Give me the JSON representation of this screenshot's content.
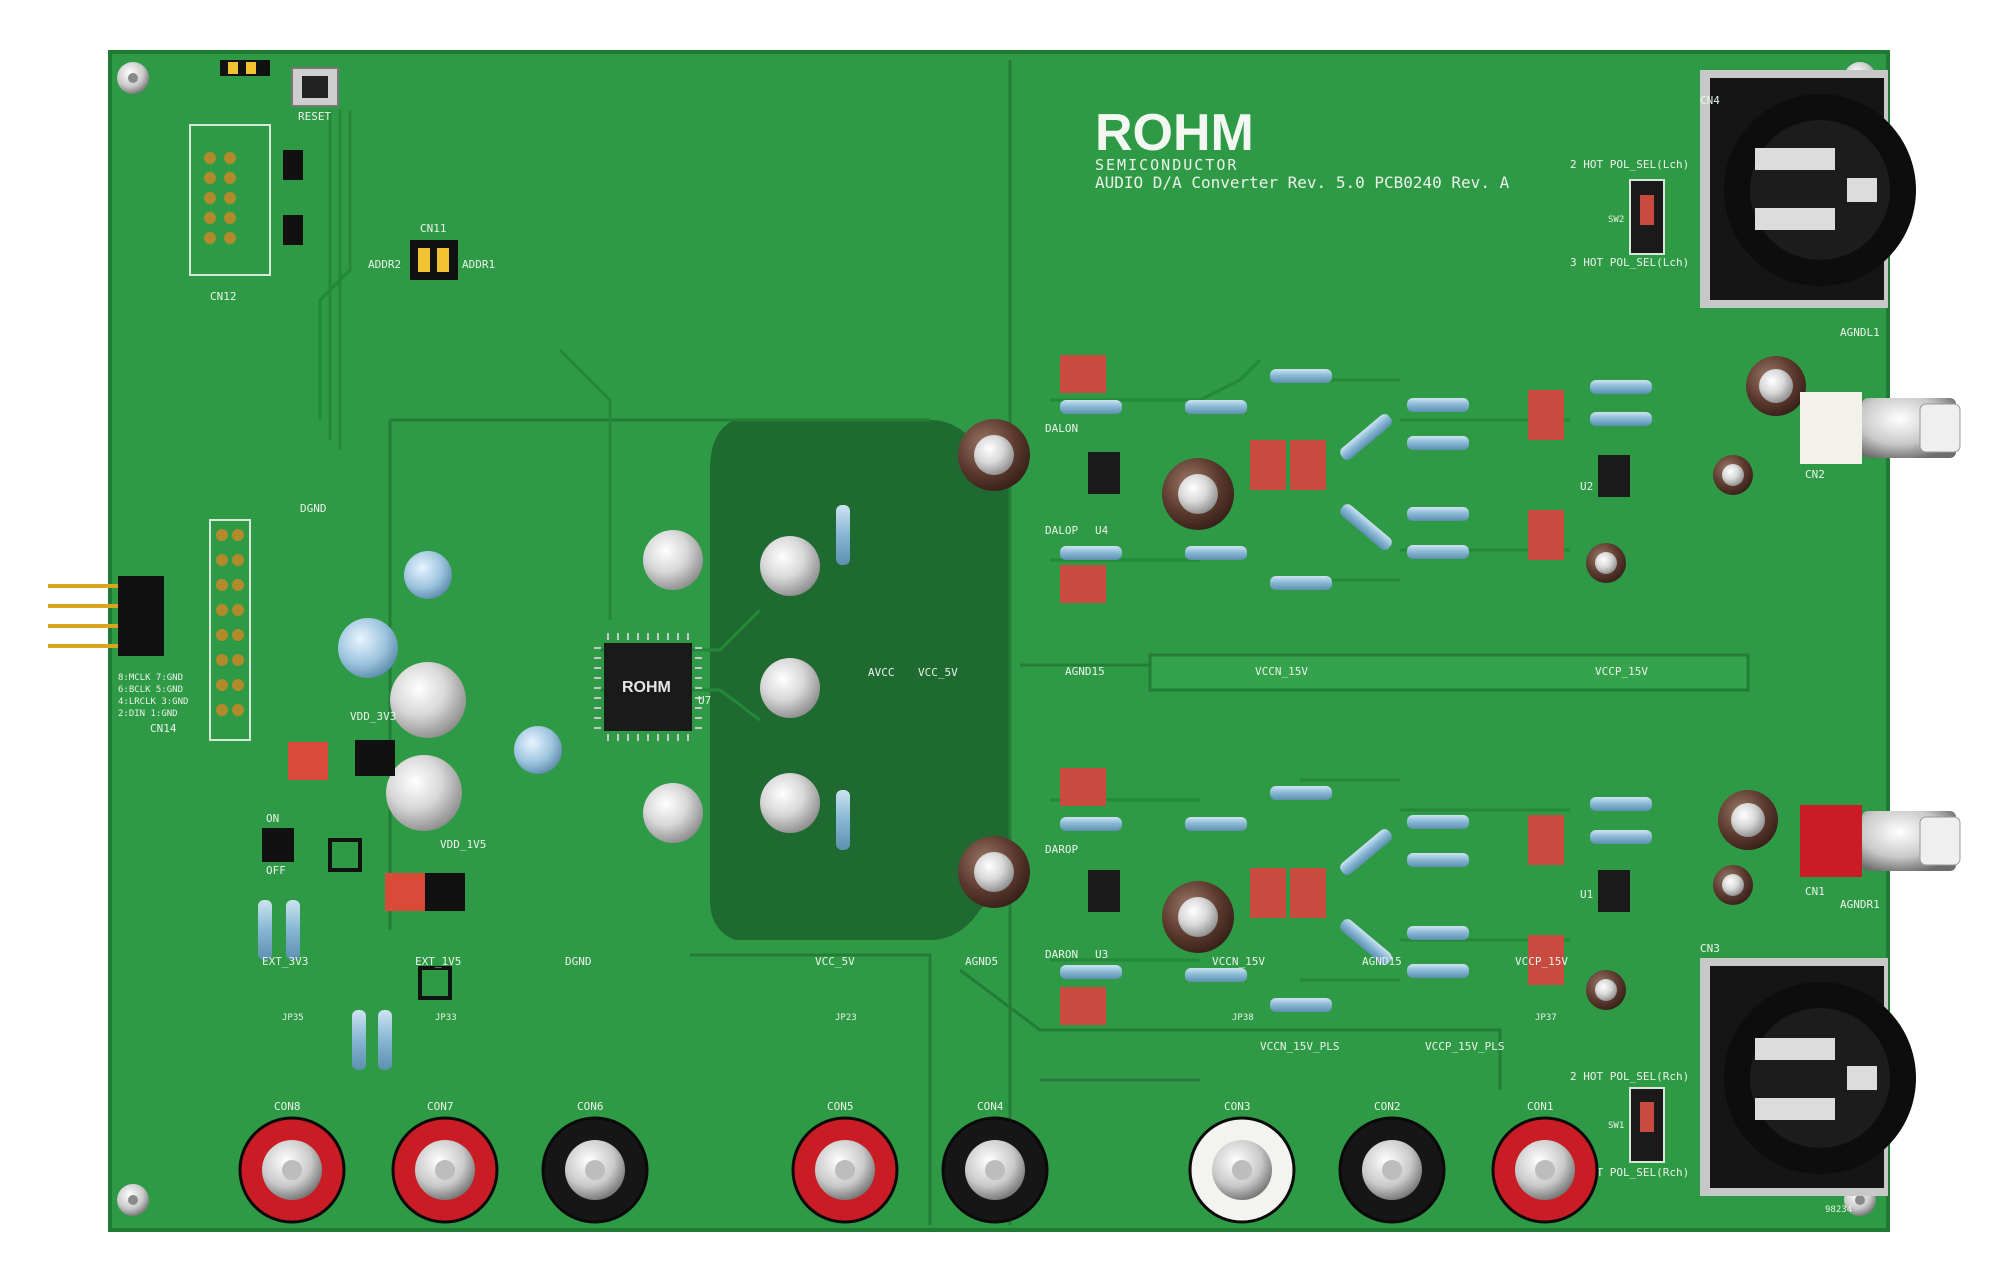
{
  "logo": {
    "brand": "ROHM",
    "subtitle": "SEMICONDUCTOR"
  },
  "board_title": "AUDIO D/A Converter Rev. 5.0 PCB0240 Rev. A",
  "chip_marking": "ROHM",
  "corner_code": "98234",
  "connectors": {
    "output_top": {
      "ref": "CN4",
      "sw": "SW2",
      "pol_2": "2 HOT POL_SEL(Lch)",
      "pol_3": "3 HOT POL_SEL(Lch)"
    },
    "output_bottom": {
      "ref": "CN3",
      "sw": "SW1",
      "pol_2": "2 HOT POL_SEL(Rch)",
      "pol_3": "3 HOT POL_SEL(Rch)"
    },
    "rca_top": {
      "ref": "CN2",
      "agnd": "AGNDL1"
    },
    "rca_bottom": {
      "ref": "CN1",
      "agnd": "AGNDR1"
    }
  },
  "power_jacks": [
    {
      "ref": "CON8",
      "label": "EXT_3V3",
      "color": "red",
      "jumper": "JP35"
    },
    {
      "ref": "CON7",
      "label": "EXT_1V5",
      "color": "red",
      "jumper": "JP33"
    },
    {
      "ref": "CON6",
      "label": "DGND",
      "color": "black",
      "jumper": ""
    },
    {
      "ref": "CON5",
      "label": "VCC_5V",
      "color": "red",
      "jumper": "JP23"
    },
    {
      "ref": "CON4",
      "label": "AGND5",
      "color": "black",
      "jumper": ""
    },
    {
      "ref": "CON3",
      "label": "VCCN_15V",
      "color": "white",
      "jumper": "JP38"
    },
    {
      "ref": "CON2",
      "label": "AGND15",
      "color": "black",
      "jumper": ""
    },
    {
      "ref": "CON1",
      "label": "VCCP_15V",
      "color": "red",
      "jumper": "JP37"
    }
  ],
  "rail_labels": {
    "agnd15": "AGND15",
    "vccn_15v": "VCCN_15V",
    "vccp_15v": "VCCP_15V",
    "vccn_pls": "VCCN_15V_PLS",
    "vccp_pls": "VCCP_15V_PLS",
    "vdd_3v3": "VDD_3V3",
    "vdd_1v5": "VDD_1V5",
    "avcc_5v": "VCC_5V",
    "avcc": "AVCC",
    "dgnd": "DGND"
  },
  "misc_labels": {
    "reset": "RESET",
    "cn11": "CN11",
    "addr1": "ADDR1",
    "addr2": "ADDR2",
    "cn12": "CN12",
    "cn14": "CN14",
    "on": "ON",
    "off": "OFF",
    "dalon": "DALON",
    "dalop": "DALOP",
    "darop": "DAROP",
    "daron": "DARON",
    "u4": "U4",
    "u3": "U3",
    "u2": "U2",
    "u1": "U1",
    "u7": "U7"
  },
  "header_pins": [
    "8:MCLK 7:GND",
    "6:BCLK 5:GND",
    "4:LRCLK 3:GND",
    "2:DIN 1:GND"
  ]
}
